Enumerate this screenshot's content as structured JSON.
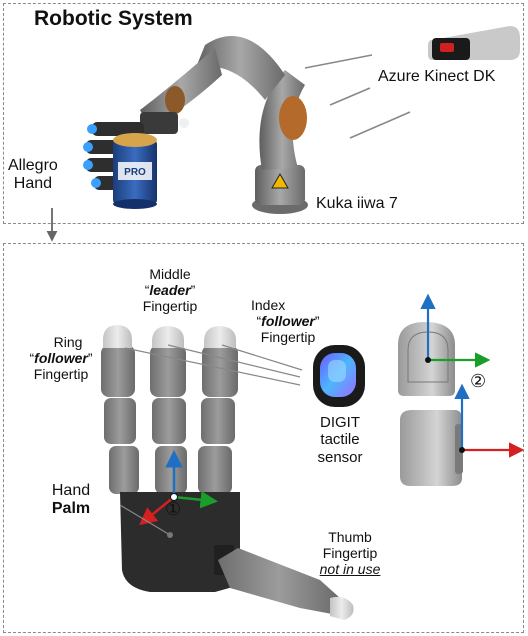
{
  "top": {
    "title": "Robotic System",
    "camera_label": "Azure Kinect DK",
    "robot_label": "Kuka iiwa 7",
    "hand_label_line1": "Allegro",
    "hand_label_line2": "Hand",
    "can_text": "PRO"
  },
  "bottom": {
    "middle": {
      "line1": "Middle",
      "quote_open": "“",
      "word": "leader",
      "quote_close": "”",
      "line3": "Fingertip"
    },
    "ring": {
      "line1": "Ring",
      "quote_open": "“",
      "word": "follower",
      "quote_close": "”",
      "line3": "Fingertip"
    },
    "index": {
      "line1": "Index",
      "quote_open": "“",
      "word": "follower",
      "quote_close": "”",
      "line3": "Fingertip"
    },
    "digit": {
      "line1": "DIGIT",
      "line2": "tactile",
      "line3": "sensor"
    },
    "palm": {
      "line1": "Hand",
      "line2": "Palm"
    },
    "thumb": {
      "line1": "Thumb",
      "line2": "Fingertip",
      "line3": "not in use"
    },
    "marker1": "①",
    "marker2": "②"
  },
  "colors": {
    "axis_x": "#d42020",
    "axis_y": "#1a9e2a",
    "axis_z": "#1f6fc4",
    "finger": "#8a8a8a",
    "fingertip": "#dcdcdc",
    "palm": "#2c2c2c",
    "dashed_border": "#8a8a8a"
  }
}
